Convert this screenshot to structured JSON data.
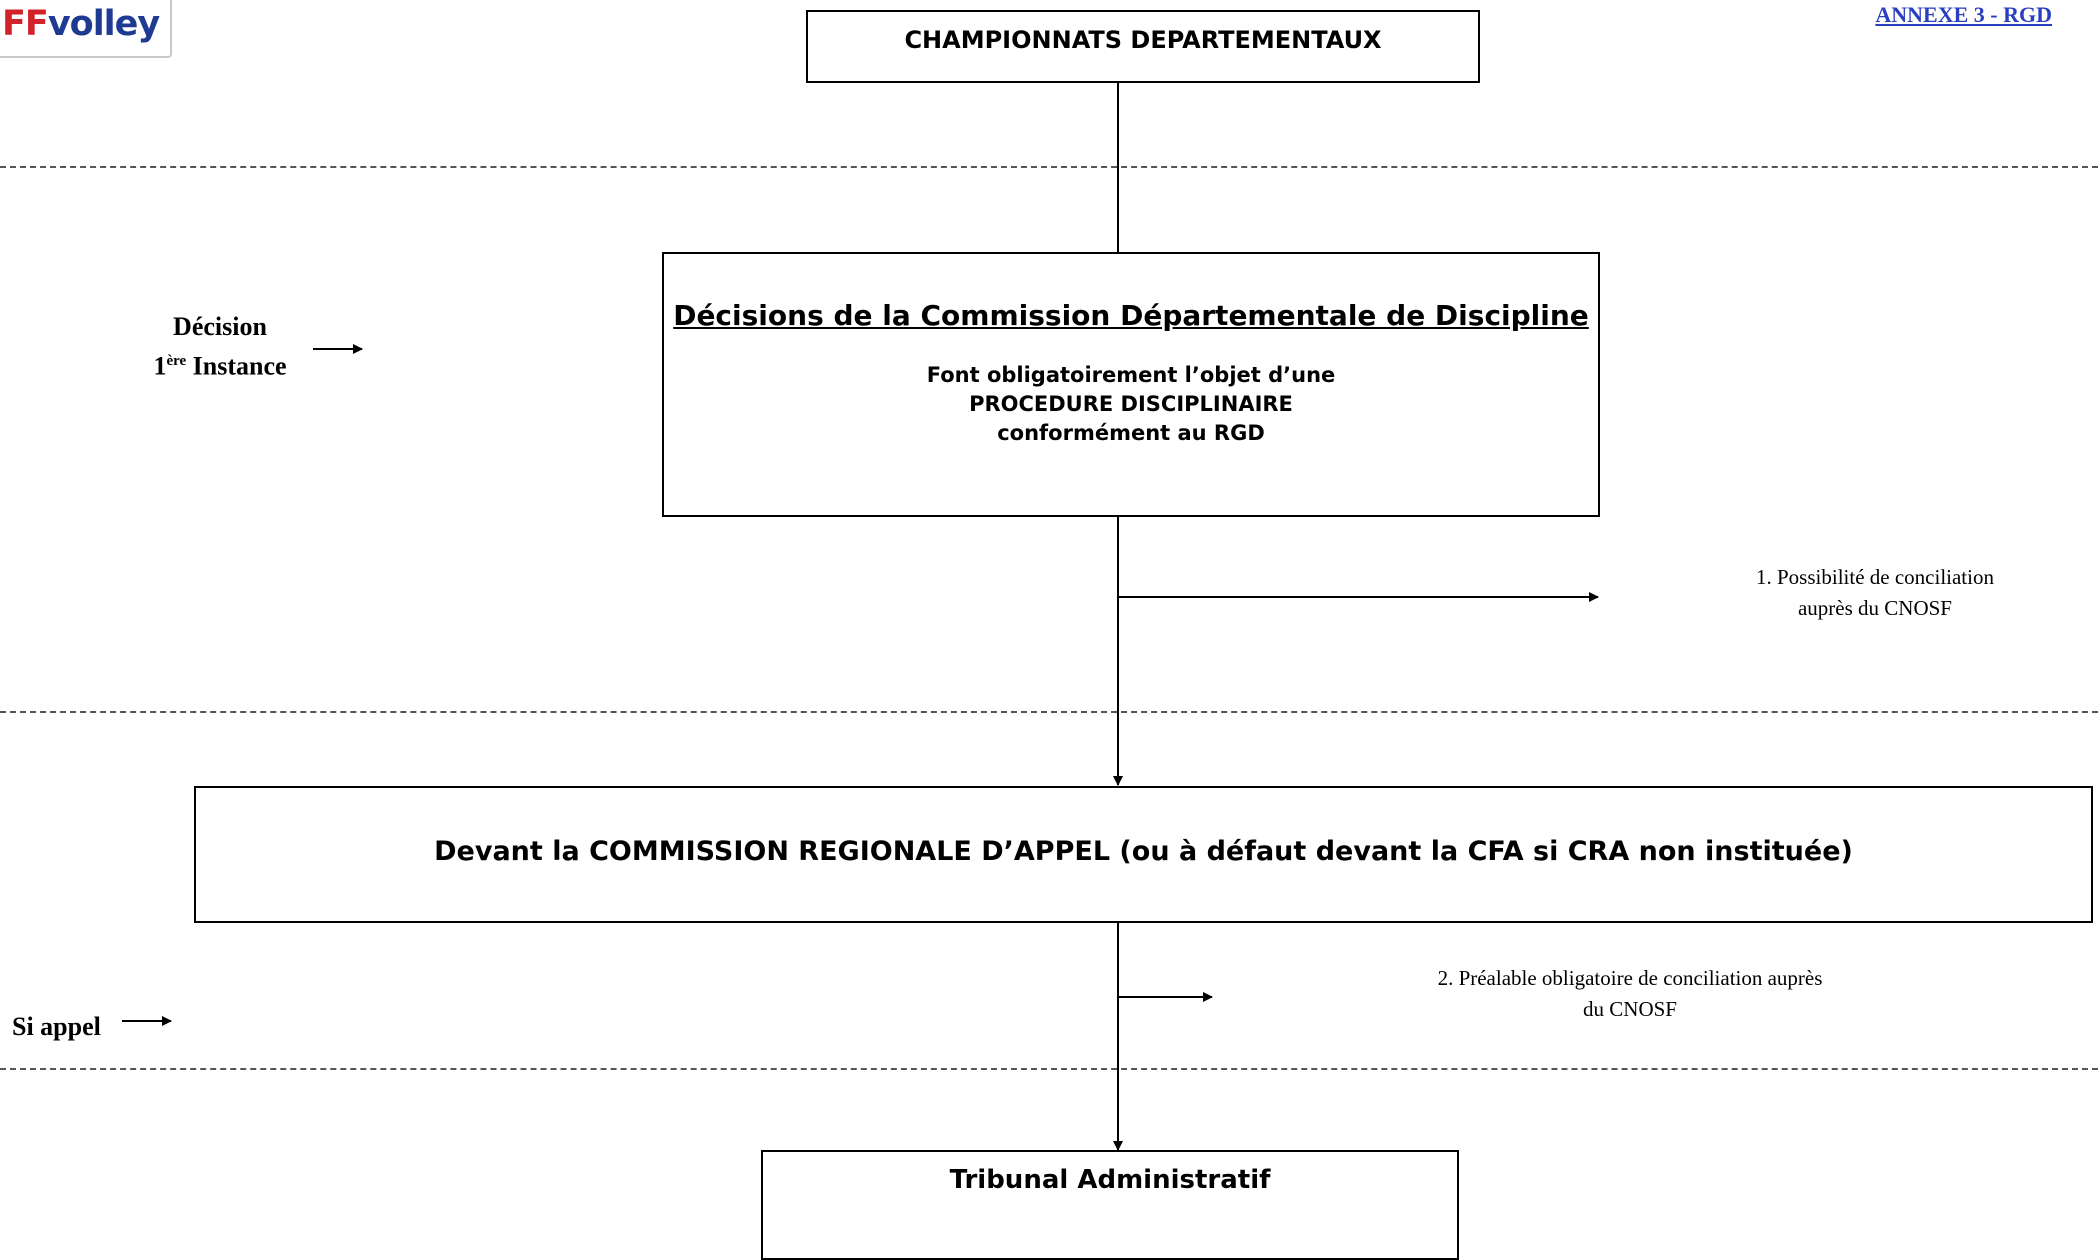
{
  "logo": {
    "part_ff": "FF",
    "part_volley": "volley"
  },
  "annex_label": "ANNEXE 3 - RGD",
  "colors": {
    "annex_link": "#2a3fc0",
    "logo_red": "#d2232a",
    "logo_blue": "#1f3a93"
  },
  "nodes": {
    "top": {
      "title": "CHAMPIONNATS  DEPARTEMENTAUX"
    },
    "first_instance": {
      "title": "Décisions de la Commission Départementale de Discipline",
      "line1": "Font obligatoirement l’objet d’une",
      "line2": "PROCEDURE DISCIPLINAIRE",
      "line3": "conformément au RGD"
    },
    "appeal": {
      "title": "Devant la COMMISSION REGIONALE D’APPEL (ou à défaut devant la CFA si CRA non instituée)"
    },
    "tribunal": {
      "title": "Tribunal Administratif"
    }
  },
  "side_labels": {
    "decision_line1": "Décision",
    "decision_num": "1",
    "decision_sup": "ère",
    "decision_word": " Instance",
    "appel": "Si appel"
  },
  "notes": {
    "note1_line1": "1. Possibilité de conciliation",
    "note1_line2": "auprès du CNOSF",
    "note2_line1": "2.  Préalable obligatoire de conciliation auprès",
    "note2_line2": "du CNOSF"
  }
}
